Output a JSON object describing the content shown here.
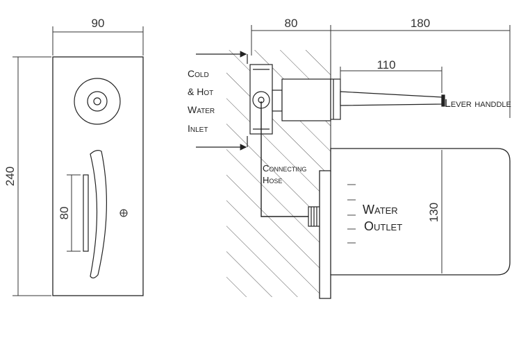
{
  "dimensions": {
    "panel_width": "90",
    "panel_height": "240",
    "slot_length": "80",
    "wall_depth": "80",
    "total_projection": "180",
    "handle_length": "110",
    "spout_height": "130"
  },
  "labels": {
    "inlet": [
      "Cold",
      "& Hot",
      "Water",
      "Inlet"
    ],
    "lever_handle": "Lever handdle",
    "connecting_hose": [
      "Connecting",
      "Hose"
    ],
    "water_outlet": [
      "Water",
      "Outlet"
    ]
  },
  "colors": {
    "line": "#222222",
    "hatch": "#555555",
    "dim_text": "#333333"
  }
}
